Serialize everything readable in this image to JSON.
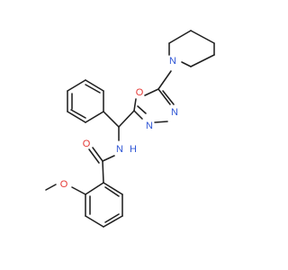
{
  "molecule": {
    "atoms": {
      "oxygen_methoxy": {
        "symbol": "O",
        "color": "#e53935"
      },
      "oxygen_carbonyl": {
        "symbol": "O",
        "color": "#e53935"
      },
      "nitrogen_amide": {
        "symbol": "N",
        "color": "#2f56d5"
      },
      "hydrogen_amide": {
        "symbol": "H",
        "color": "#2f56d5"
      },
      "oxygen_oxadiazole": {
        "symbol": "O",
        "color": "#e53935"
      },
      "nitrogen_oxadiazole_left": {
        "symbol": "N",
        "color": "#2f56d5"
      },
      "nitrogen_oxadiazole_right": {
        "symbol": "N",
        "color": "#2f56d5"
      },
      "nitrogen_piperidine": {
        "symbol": "N",
        "color": "#2f56d5"
      }
    }
  }
}
